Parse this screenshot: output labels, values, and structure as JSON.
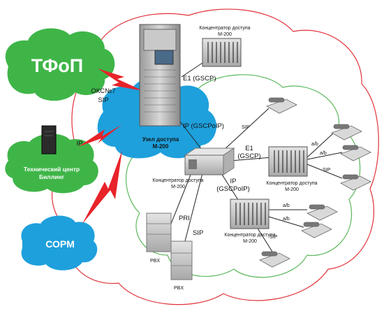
{
  "clouds": {
    "pstn": "ТФоП",
    "sorm": "СОРМ",
    "tech_center_line1": "Технический центр",
    "tech_center_line2": "Биллинг"
  },
  "links": {
    "oks7": "ОКС№7",
    "sip_pstn": "SIP",
    "ip_tech": "IP",
    "e1_top": "E1 (GSCP)",
    "ip_gscpoip_mid": "IP (GSCPoIP)",
    "sip_phone1": "SIP",
    "e1_right_line1": "E1",
    "e1_right_line2": "(GSCP)",
    "ip_right_line1": "IP",
    "ip_right_line2": "(GSCPoIP)",
    "ab_1": "a/b",
    "ab_2": "a/b",
    "sip_right": "SIP",
    "ab_3": "a/b",
    "ab_4": "a/b",
    "sip_bottom": "SIP",
    "pri": "PRI",
    "sip_pbx": "SIP"
  },
  "nodes": {
    "access_node_line1": "Узел доступа",
    "access_node_line2": "М-200",
    "conc_top_line1": "Концентратор доступа",
    "conc_top_line2": "М-200",
    "conc_mid_line1": "Концентратор доступа",
    "conc_mid_line2": "М-200",
    "conc_right_line1": "Концентратор доступа",
    "conc_right_line2": "М-200",
    "conc_bottom_line1": "Концентратор доступа",
    "conc_bottom_line2": "М-200",
    "pbx1": "PBX",
    "pbx2": "PBX"
  },
  "colors": {
    "green_cloud": "#3fb548",
    "blue_cloud": "#1ea0dc",
    "red_outline": "#e0333a",
    "green_outline": "#5cb85c",
    "lightning": "#e8232a"
  }
}
